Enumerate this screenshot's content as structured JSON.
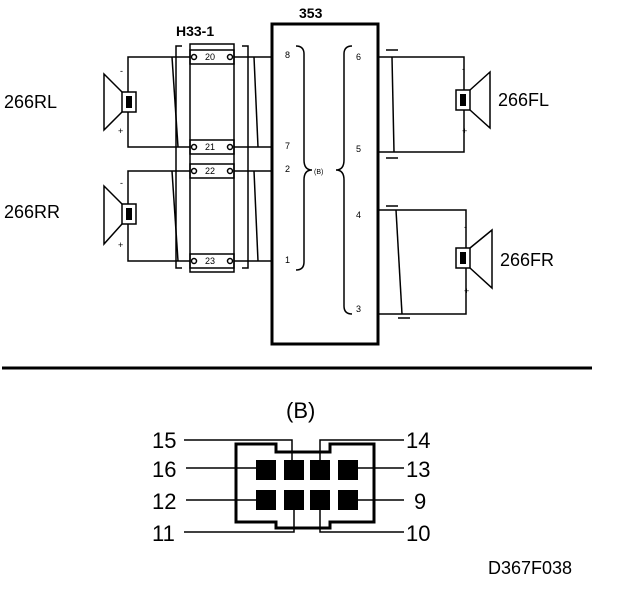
{
  "schematic": {
    "connector_h33_label": "H33-1",
    "unit_label": "353",
    "speakers": {
      "rear_left": "266RL",
      "rear_right": "266RR",
      "front_left": "266FL",
      "front_right": "266FR"
    },
    "h33_pins": [
      "20",
      "21",
      "22",
      "23"
    ],
    "unit_left_pins": [
      "8",
      "7",
      "2",
      "1"
    ],
    "unit_right_pins": [
      "6",
      "5",
      "4",
      "3"
    ],
    "group_label": "(B)",
    "polarity": {
      "minus": "-",
      "plus": "+"
    }
  },
  "connector_view": {
    "title": "(B)",
    "pins_left_top": "15",
    "pins_left_upper": "16",
    "pins_left_lower": "12",
    "pins_left_bottom": "11",
    "pins_right_top": "14",
    "pins_right_upper": "13",
    "pins_right_lower": "9",
    "pins_right_bottom": "10"
  },
  "figure_code": "D367F038"
}
